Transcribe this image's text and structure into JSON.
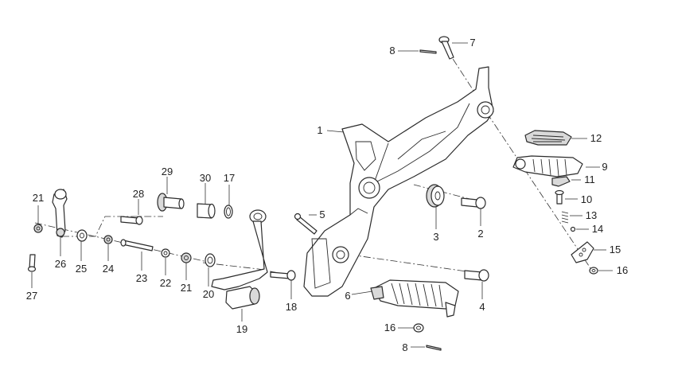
{
  "callouts": [
    {
      "id": "c1",
      "label": "1"
    },
    {
      "id": "c2",
      "label": "2"
    },
    {
      "id": "c3",
      "label": "3"
    },
    {
      "id": "c4",
      "label": "4"
    },
    {
      "id": "c5",
      "label": "5"
    },
    {
      "id": "c6",
      "label": "6"
    },
    {
      "id": "c7",
      "label": "7"
    },
    {
      "id": "c8a",
      "label": "8"
    },
    {
      "id": "c8b",
      "label": "8"
    },
    {
      "id": "c9",
      "label": "9"
    },
    {
      "id": "c10",
      "label": "10"
    },
    {
      "id": "c11",
      "label": "11"
    },
    {
      "id": "c12",
      "label": "12"
    },
    {
      "id": "c13",
      "label": "13"
    },
    {
      "id": "c14",
      "label": "14"
    },
    {
      "id": "c15",
      "label": "15"
    },
    {
      "id": "c16a",
      "label": "16"
    },
    {
      "id": "c16b",
      "label": "16"
    },
    {
      "id": "c17",
      "label": "17"
    },
    {
      "id": "c18",
      "label": "18"
    },
    {
      "id": "c19",
      "label": "19"
    },
    {
      "id": "c20",
      "label": "20"
    },
    {
      "id": "c21a",
      "label": "21"
    },
    {
      "id": "c21b",
      "label": "21"
    },
    {
      "id": "c22",
      "label": "22"
    },
    {
      "id": "c23",
      "label": "23"
    },
    {
      "id": "c24",
      "label": "24"
    },
    {
      "id": "c25",
      "label": "25"
    },
    {
      "id": "c26",
      "label": "26"
    },
    {
      "id": "c27",
      "label": "27"
    },
    {
      "id": "c28",
      "label": "28"
    },
    {
      "id": "c29",
      "label": "29"
    },
    {
      "id": "c30",
      "label": "30"
    }
  ]
}
